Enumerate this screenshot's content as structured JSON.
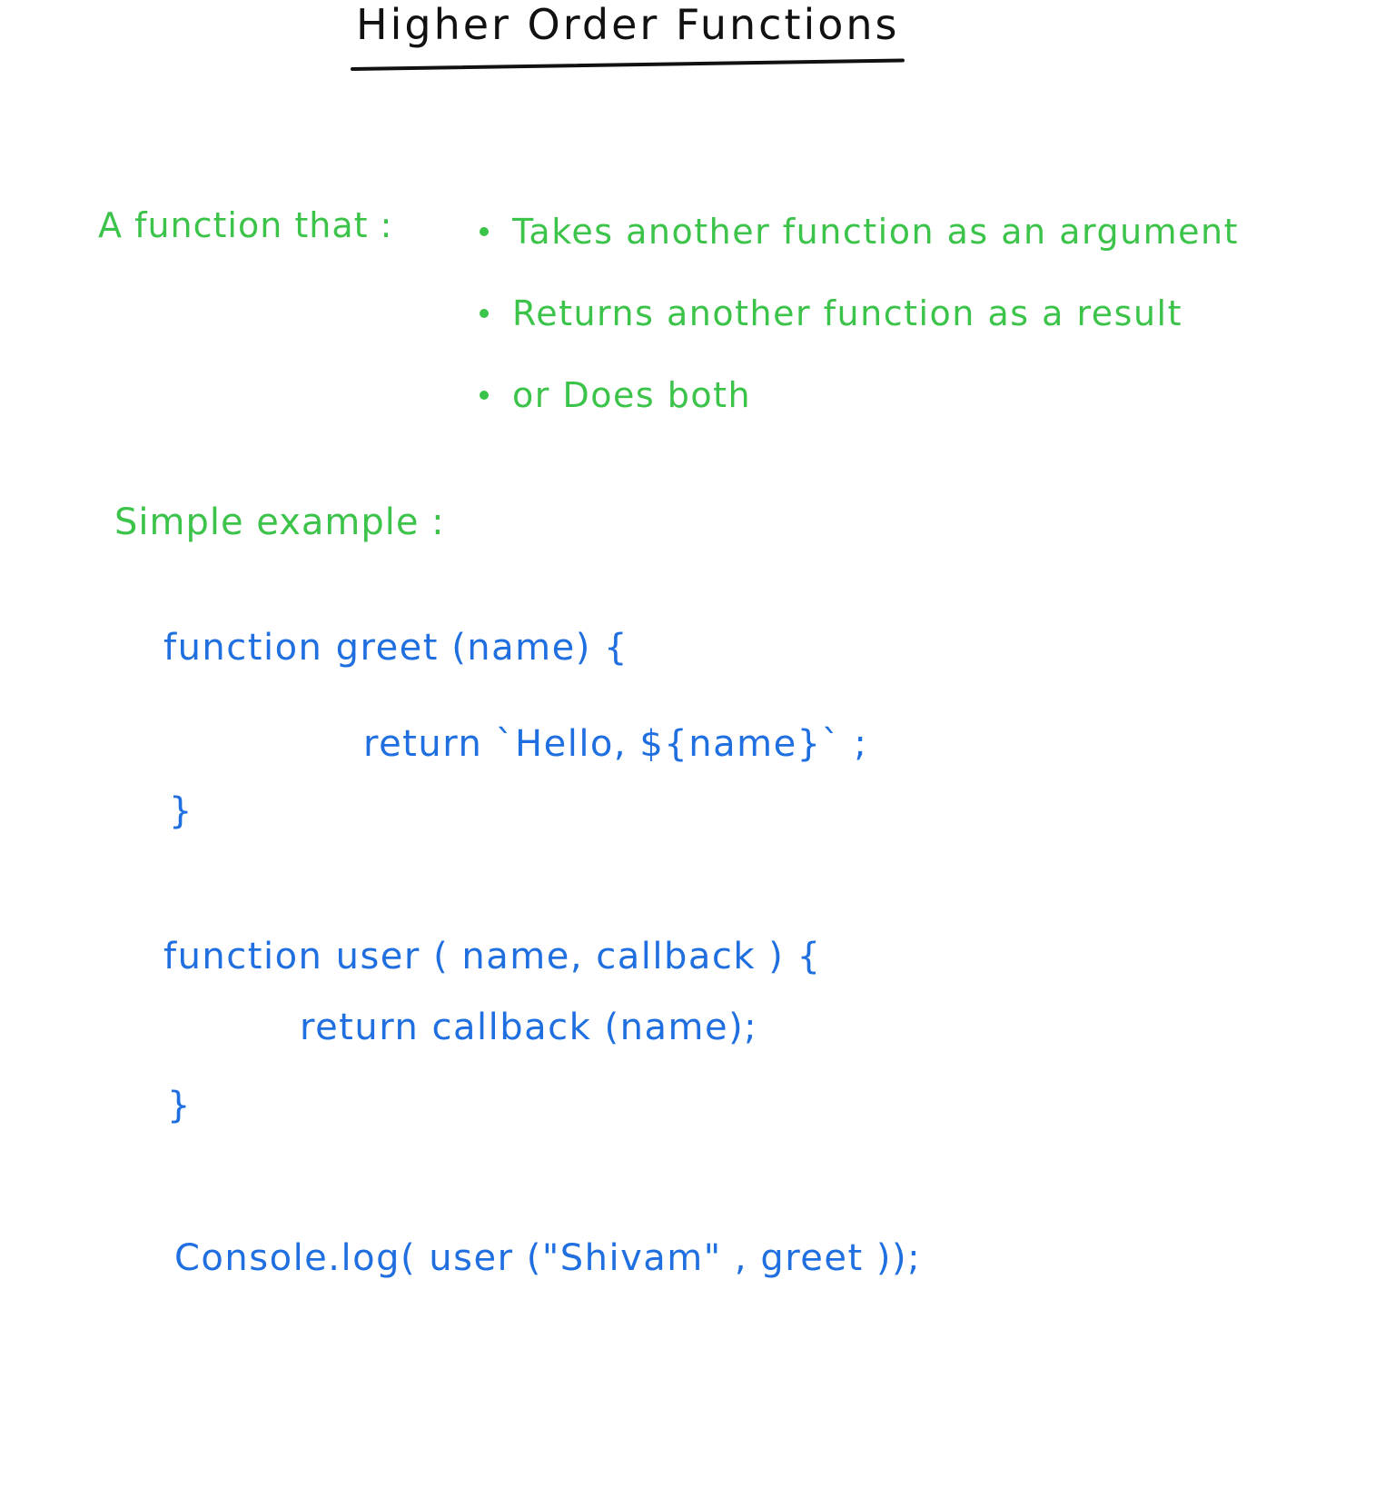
{
  "title": "Higher Order Functions",
  "definition": {
    "label": "A function that :",
    "bullets": [
      "Takes another function as an argument",
      "Returns another function as a result",
      "or Does both"
    ]
  },
  "example_label": "Simple example :",
  "code": {
    "line1": "function greet (name) {",
    "line2": "return `Hello, ${name}` ;",
    "line3": "}",
    "line4": "function user ( name, callback ) {",
    "line5": "return callback (name);",
    "line6": "}",
    "line7": "Console.log( user (\"Shivam\" , greet ));"
  },
  "colors": {
    "title": "#111111",
    "notes": "#3cc34a",
    "code": "#1f6fe0"
  }
}
